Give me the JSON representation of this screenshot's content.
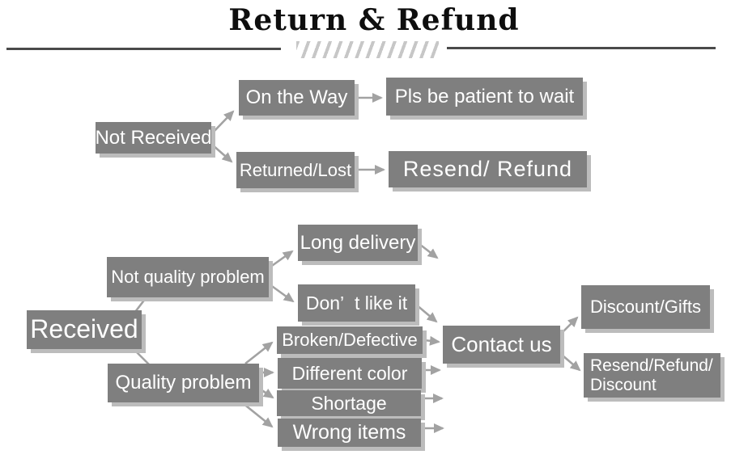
{
  "title": "Return & Refund",
  "nodes": {
    "not_received": "Not Received",
    "on_the_way": "On the Way",
    "pls_wait": "Pls be patient to wait",
    "returned_lost": "Returned/Lost",
    "resend_refund": "Resend/ Refund",
    "received": "Received",
    "not_quality_problem": "Not quality problem",
    "long_delivery": "Long delivery",
    "dont_like_it": "Don’  t like it",
    "quality_problem": "Quality problem",
    "broken_defective": "Broken/Defective",
    "different_color": "Different color",
    "shortage": "Shortage",
    "wrong_items": "Wrong items",
    "contact_us": "Contact us",
    "discount_gifts": "Discount/Gifts",
    "resend_refund_discount_line1": "Resend/Refund/",
    "resend_refund_discount_line2": "Discount"
  },
  "edges": [
    {
      "from": "Not Received",
      "to": "On the Way"
    },
    {
      "from": "Not Received",
      "to": "Returned/Lost"
    },
    {
      "from": "On the Way",
      "to": "Pls be patient to wait"
    },
    {
      "from": "Returned/Lost",
      "to": "Resend/ Refund"
    },
    {
      "from": "Received",
      "to": "Not quality problem"
    },
    {
      "from": "Received",
      "to": "Quality problem"
    },
    {
      "from": "Not quality problem",
      "to": "Long delivery"
    },
    {
      "from": "Not quality problem",
      "to": "Don’ t like it"
    },
    {
      "from": "Long delivery",
      "to": "Contact us"
    },
    {
      "from": "Don’ t like it",
      "to": "Contact us"
    },
    {
      "from": "Quality problem",
      "to": "Broken/Defective"
    },
    {
      "from": "Quality problem",
      "to": "Different color"
    },
    {
      "from": "Quality problem",
      "to": "Shortage"
    },
    {
      "from": "Quality problem",
      "to": "Wrong items"
    },
    {
      "from": "Broken/Defective",
      "to": "Contact us"
    },
    {
      "from": "Different color",
      "to": "Contact us"
    },
    {
      "from": "Shortage",
      "to": "Contact us"
    },
    {
      "from": "Wrong items",
      "to": "Contact us"
    },
    {
      "from": "Contact us",
      "to": "Discount/Gifts"
    },
    {
      "from": "Contact us",
      "to": "Resend/Refund/Discount"
    }
  ],
  "colors": {
    "box_fill": "#7f7f7f",
    "box_shadow": "#bcbcbc",
    "box_text": "#ffffff",
    "arrow": "#a2a2a2",
    "rule_line": "#4a4a4a",
    "hatch": "#c7c7c7",
    "title_text": "#0e0e0e",
    "background": "#ffffff"
  }
}
